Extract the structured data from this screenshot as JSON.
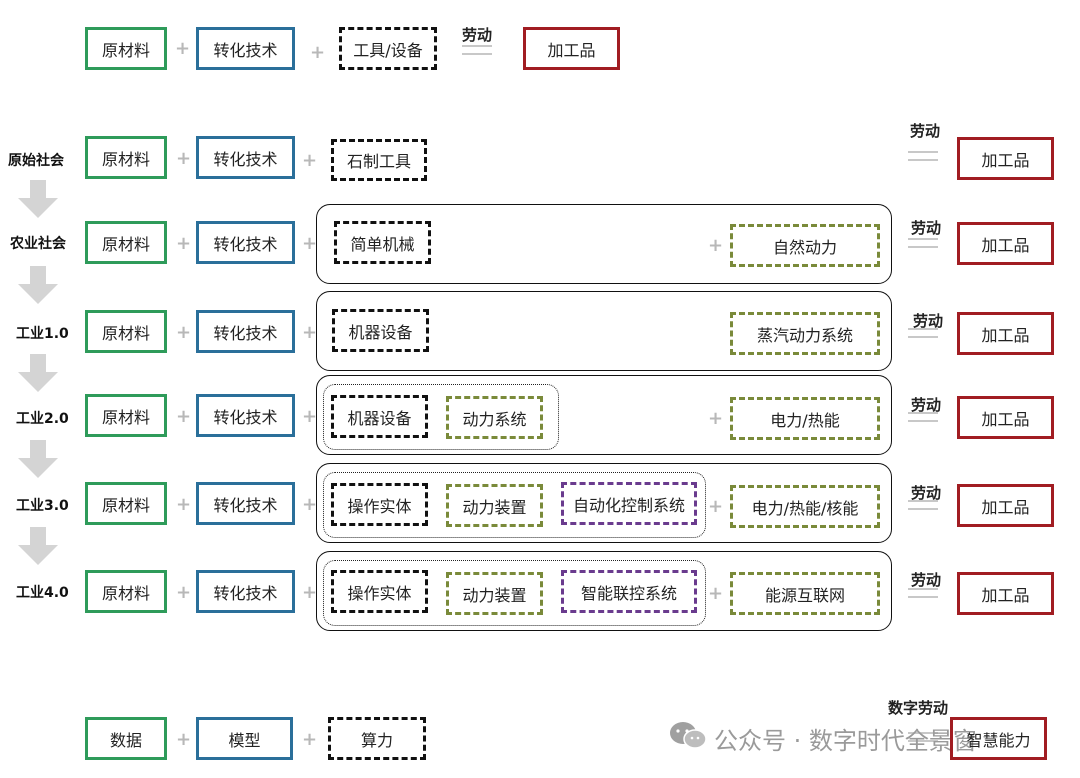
{
  "legend": {
    "raw_material": "原材料",
    "tech": "转化技术",
    "tools": "工具/设备",
    "labor": "劳动",
    "product": "加工品"
  },
  "rows": [
    {
      "label": "原始社会",
      "raw": "原材料",
      "tech": "转化技术",
      "tool": "石制工具",
      "labor": "劳动",
      "product": "加工品"
    },
    {
      "label": "农业社会",
      "raw": "原材料",
      "tech": "转化技术",
      "tool": "简单机械",
      "power": "自然动力",
      "labor": "劳动",
      "product": "加工品"
    },
    {
      "label": "工业1.0",
      "raw": "原材料",
      "tech": "转化技术",
      "tool": "机器设备",
      "power": "蒸汽动力系统",
      "labor": "劳动",
      "product": "加工品"
    },
    {
      "label": "工业2.0",
      "raw": "原材料",
      "tech": "转化技术",
      "tool": "机器设备",
      "sub": "动力系统",
      "power": "电力/热能",
      "labor": "劳动",
      "product": "加工品"
    },
    {
      "label": "工业3.0",
      "raw": "原材料",
      "tech": "转化技术",
      "tool": "操作实体",
      "sub": "动力装置",
      "control": "自动化控制系统",
      "power": "电力/热能/核能",
      "labor": "劳动",
      "product": "加工品"
    },
    {
      "label": "工业4.0",
      "raw": "原材料",
      "tech": "转化技术",
      "tool": "操作实体",
      "sub": "动力装置",
      "control": "智能联控系统",
      "power": "能源互联网",
      "labor": "劳动",
      "product": "加工品"
    }
  ],
  "bottom": {
    "data": "数据",
    "model": "模型",
    "compute": "算力",
    "labor": "数字劳动",
    "product": "智慧能力"
  },
  "plus_sign": "+",
  "watermark": "公众号 · 数字时代全景窗",
  "colors": {
    "green": "#2e9b5a",
    "blue": "#2a6f9a",
    "red": "#a11d22",
    "olive": "#7a8a3a",
    "purple": "#6a3b8e"
  }
}
